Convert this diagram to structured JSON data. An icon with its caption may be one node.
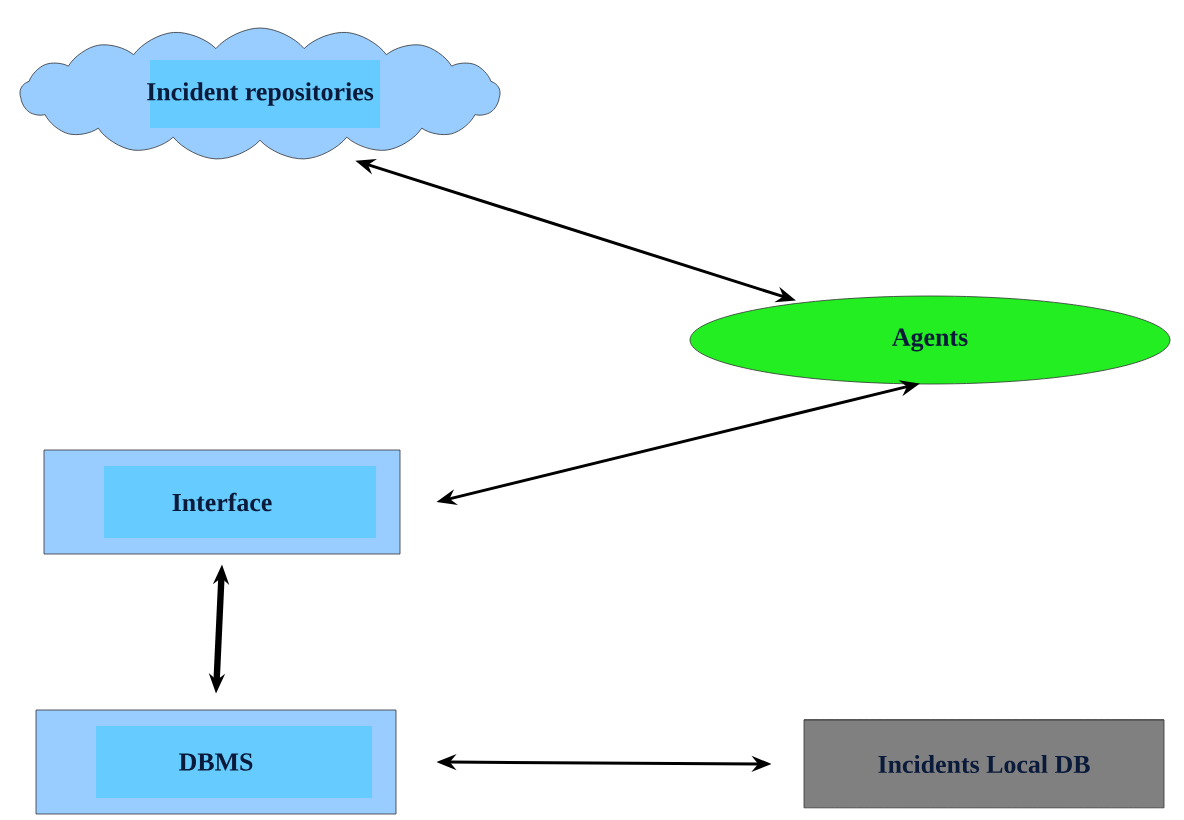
{
  "diagram": {
    "nodes": [
      {
        "text": [
          "Incident repositories"
        ]
      },
      {
        "text": [
          "Agents"
        ]
      },
      {
        "text": [
          "Interface"
        ]
      },
      {
        "text": [
          "DBMS"
        ]
      },
      {
        "text": [
          "Incidents Local DB"
        ]
      }
    ],
    "edges": [
      {
        "from": 0,
        "to": 1,
        "arrow": "both"
      },
      {
        "from": 1,
        "to": 2,
        "arrow": "both"
      },
      {
        "from": 2,
        "to": 3,
        "arrow": "both",
        "style": "thick"
      },
      {
        "from": 3,
        "to": 4,
        "arrow": "both"
      }
    ]
  }
}
